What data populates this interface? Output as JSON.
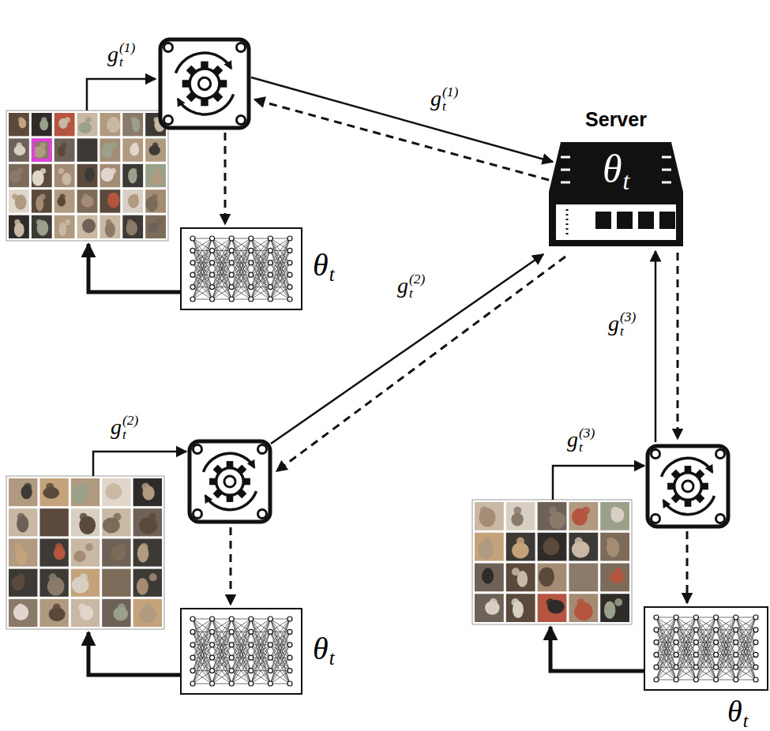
{
  "diagram": {
    "nodes": [
      {
        "text": [
          "Server",
          "θt"
        ]
      },
      {
        "text": [
          "θt"
        ]
      },
      {
        "text": [
          "θt"
        ]
      },
      {
        "text": [
          "θt"
        ]
      }
    ],
    "labels": [
      "gt(1)",
      "gt(1)",
      "gt(2)",
      "gt(2)",
      "gt(3)",
      "gt(3)"
    ]
  }
}
